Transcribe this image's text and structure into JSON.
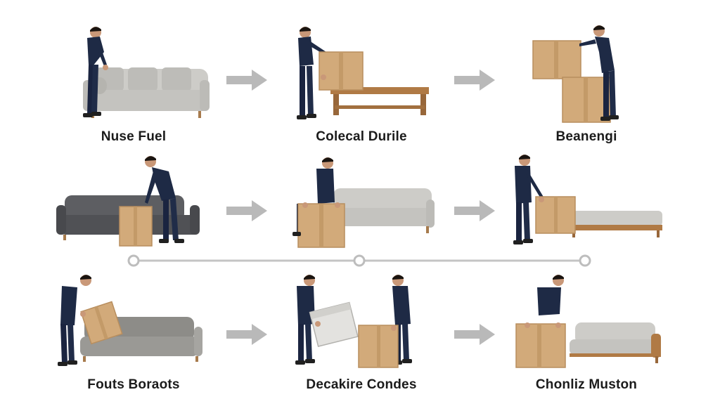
{
  "rows": [
    {
      "steps": [
        {
          "caption": "Nuse Fuel",
          "scene": "worker-lifting-sofa-cushion"
        },
        {
          "caption": "Colecal Durile",
          "scene": "worker-carrying-box-over-table"
        },
        {
          "caption": "Beanengi",
          "scene": "worker-stacking-boxes"
        }
      ]
    },
    {
      "steps": [
        {
          "caption": "",
          "scene": "worker-placing-box-by-dark-sofa"
        },
        {
          "caption": "",
          "scene": "worker-behind-box-by-sofa"
        },
        {
          "caption": "",
          "scene": "worker-box-on-daybed"
        }
      ]
    },
    {
      "steps": [
        {
          "caption": "Fouts Boraots",
          "scene": "worker-tilting-box-on-sofa"
        },
        {
          "caption": "Decakire Condes",
          "scene": "two-workers-handling-boxes"
        },
        {
          "caption": "Chonliz Muston",
          "scene": "worker-box-beside-sofa"
        }
      ]
    }
  ],
  "arrow_icon": "right-arrow-icon",
  "timeline": {
    "markers": 3
  },
  "colors": {
    "uniform": "#1e2a45",
    "skin": "#c99878",
    "hair": "#1a1410",
    "box": "#d2aa7a",
    "box_dark": "#b88e5e",
    "sofa_light": "#c9c9c6",
    "sofa_dark": "#56575b",
    "wood": "#b07a45",
    "arrow": "#b9b9b9",
    "timeline": "#c4c4c4"
  }
}
